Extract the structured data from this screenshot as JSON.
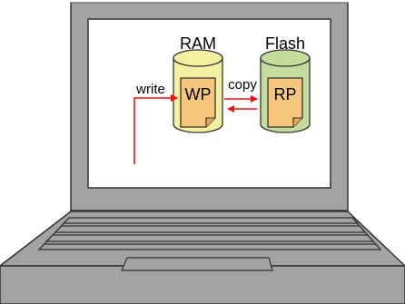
{
  "labels": {
    "ram": "RAM",
    "flash": "Flash",
    "write": "write",
    "copy": "copy",
    "wp": "WP",
    "rp": "RP"
  },
  "colors": {
    "laptop_gray": "#a3a3a3",
    "laptop_dark": "#8c8c8c",
    "screen_bg": "#ffffff",
    "ram_cylinder": "#f5f0a0",
    "flash_cylinder": "#c4dd9c",
    "document": "#f6c67c",
    "arrow": "#ee1111",
    "outline": "#333333"
  }
}
